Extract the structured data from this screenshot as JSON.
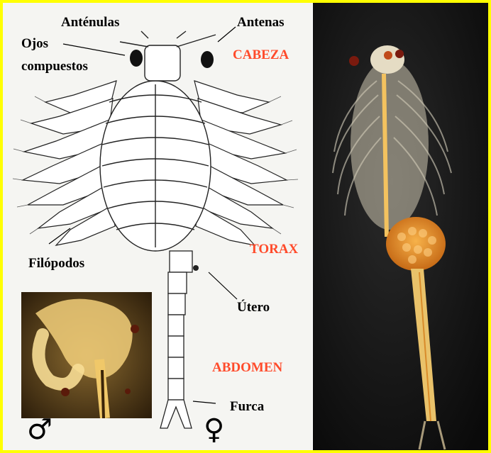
{
  "labels": {
    "antenulas": "Anténulas",
    "antenas": "Antenas",
    "ojos_line1": "Ojos",
    "ojos_line2": "compuestos",
    "cabeza": "CABEZA",
    "filopodos": "Filópodos",
    "torax": "TORAX",
    "utero": "Útero",
    "abdomen": "ABDOMEN",
    "furca": "Furca"
  },
  "symbols": {
    "male": "♂",
    "female": "♀"
  },
  "colors": {
    "border": "#ffff00",
    "region_label": "#ff4b2b",
    "label": "#000000",
    "photo_background": "#121212",
    "egg_sac": "#e8952e"
  }
}
